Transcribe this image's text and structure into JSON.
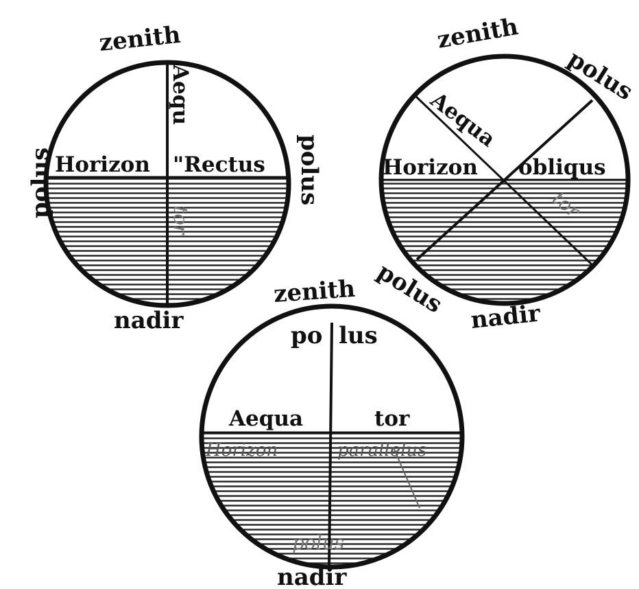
{
  "colors": {
    "ink": "#111111",
    "paper": "#ffffff",
    "hatch": "#222222"
  },
  "sphaera_recta": {
    "zenith": "zenith",
    "nadir": "nadir",
    "polus_left": "polus",
    "polus_right": "polus",
    "horizon": "Horizon",
    "rectus": "\"Rectus",
    "aequ": "Aequ",
    "tor": "tor"
  },
  "sphaera_obliqua": {
    "zenith": "zenith",
    "nadir": "nadir",
    "polus_top": "polus",
    "polus_bottom": "polus",
    "horizon": "Horizon",
    "obliqus": "obliqus",
    "aequa": "Aequa",
    "tor": "tor"
  },
  "sphaera_parallela": {
    "zenith": "zenith",
    "nadir": "nadir",
    "polus_po": "po",
    "polus_lus": "lus",
    "aequa": "Aequa",
    "tor": "tor",
    "horizon_faint": "Horizon",
    "parallelus_faint": "parallelus",
    "polus_bottom": "polus"
  }
}
